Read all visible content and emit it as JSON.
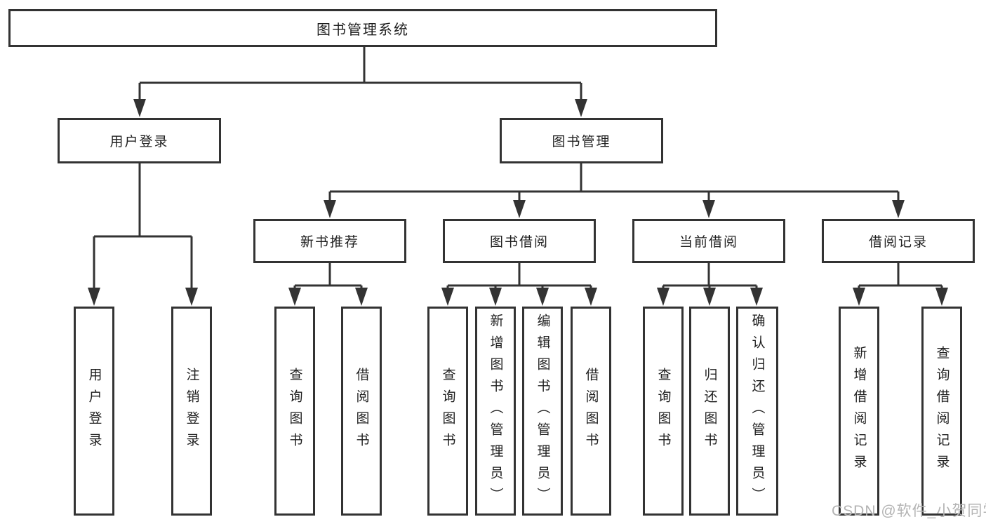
{
  "diagram": {
    "root": {
      "label": "图书管理系统"
    },
    "branches": [
      {
        "label": "用户登录",
        "children": [
          {
            "label": "用户登录"
          },
          {
            "label": "注销登录"
          }
        ]
      },
      {
        "label": "图书管理",
        "children": [
          {
            "label": "新书推荐",
            "children": [
              {
                "label": "查询图书"
              },
              {
                "label": "借阅图书"
              }
            ]
          },
          {
            "label": "图书借阅",
            "children": [
              {
                "label": "查询图书"
              },
              {
                "label": "新增图书（管理员）"
              },
              {
                "label": "编辑图书（管理员）"
              },
              {
                "label": "借阅图书"
              }
            ]
          },
          {
            "label": "当前借阅",
            "children": [
              {
                "label": "查询图书"
              },
              {
                "label": "归还图书"
              },
              {
                "label": "确认归还（管理员）"
              }
            ]
          },
          {
            "label": "借阅记录",
            "children": [
              {
                "label": "新增借阅记录"
              },
              {
                "label": "查询借阅记录"
              }
            ]
          }
        ]
      }
    ]
  },
  "watermark": {
    "text": "CSDN @软件_小贺同学"
  },
  "colors": {
    "line": "#333333",
    "text": "#1f1f1f",
    "background": "#ffffff",
    "watermark": "#b3b3b3"
  }
}
